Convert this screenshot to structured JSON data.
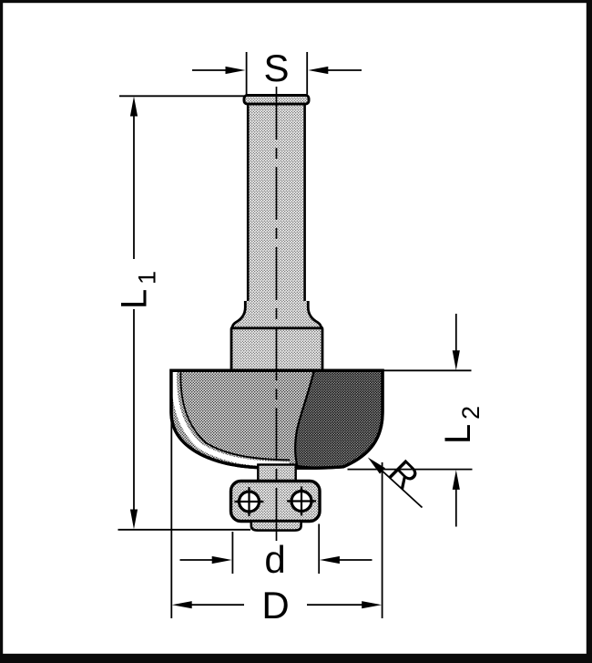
{
  "diagram": {
    "labels": {
      "shank_width": "S",
      "overall_length": {
        "main": "L",
        "sub": "1"
      },
      "cutting_length": {
        "main": "L",
        "sub": "2"
      },
      "radius": "R",
      "bearing_diameter": "d",
      "cutting_diameter": "D"
    },
    "colors": {
      "line": "#000000",
      "background": "#ffffff",
      "frame": "#0b0b0b",
      "fill_light_stipple": "#d9d9d9",
      "fill_medium_stipple": "#c9c9c9",
      "fill_dark_stipple": "#8f8f8f"
    }
  }
}
